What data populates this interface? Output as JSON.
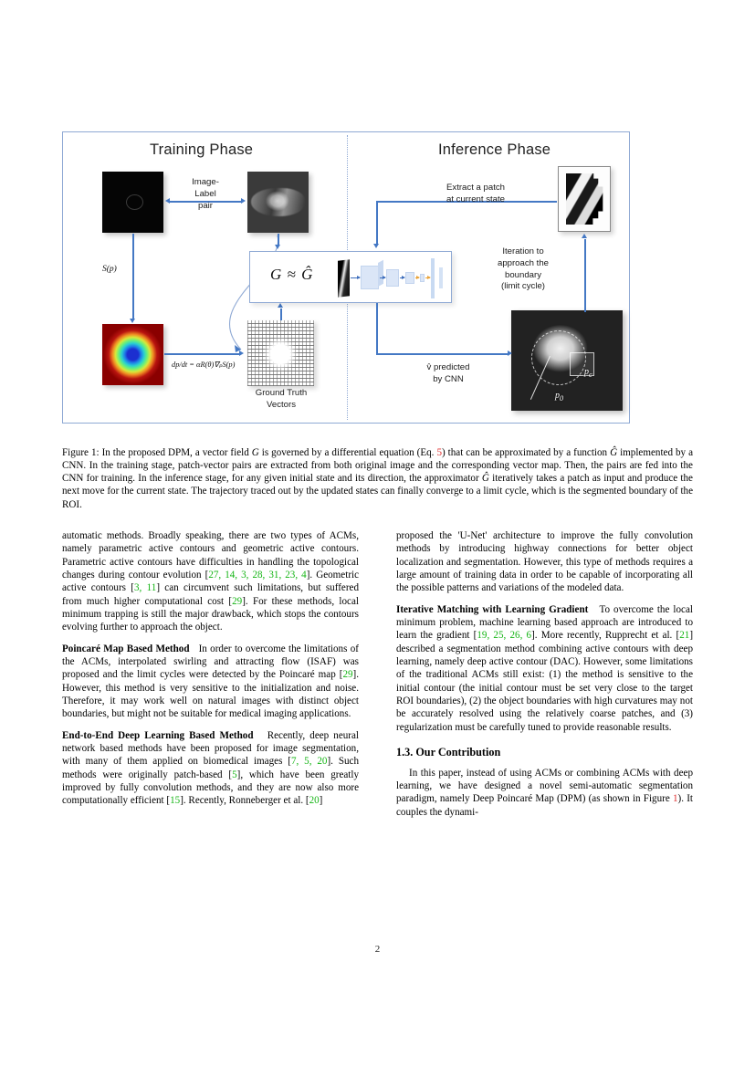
{
  "figure": {
    "training_phase_title": "Training Phase",
    "inference_phase_title": "Inference Phase",
    "labels": {
      "image_label_pair": "Image-\nLabel\npair",
      "s_of_p": "S(p)",
      "dynamics_equation": "dp/dt = αR(θ)∇ₚS(p)",
      "ground_truth_vectors": "Ground Truth\nVectors",
      "cnn_equation": "G ≈ Ĝ",
      "extract_patch": "Extract a patch\nat current state",
      "iteration_boundary": "Iteration to\napproach the\nboundary\n(limit cycle)",
      "v_predicted": "v̂ predicted\nby CNN",
      "point_pc": "p",
      "point_p0": "p",
      "sub_c": "c",
      "sub_0": "0"
    },
    "colors": {
      "arrow": "#4478c4",
      "frame": "#8fa9d4",
      "cnn_block": "#dbe6f7"
    }
  },
  "caption": {
    "prefix": "Figure 1:",
    "part1": " In the proposed DPM, a vector field ",
    "g1": "G",
    "part2": " is governed by a differential equation (Eq. ",
    "eqref": "5",
    "part3": ") that can be approximated by a function ",
    "g2": "Ĝ",
    "part4": " implemented by a CNN. In the training stage, patch-vector pairs are extracted from both original image and the corresponding vector map. Then, the pairs are fed into the CNN for training. In the inference stage, for any given initial state and its direction, the approximator ",
    "g3": "Ĝ",
    "part5": " iteratively takes a patch as input and produce the next move for the current state. The trajectory traced out by the updated states can finally converge to a limit cycle, which is the segmented boundary of the ROI."
  },
  "left_column": {
    "para1_a": "automatic methods. Broadly speaking, there are two types of ACMs, namely parametric active contours and geometric active contours. Parametric active contours have difficulties in handling the topological changes during contour evolution [",
    "para1_refs1": "27, 14, 3, 28, 31, 23, 4",
    "para1_b": "]. Geometric active contours [",
    "para1_refs2": "3, 11",
    "para1_c": "] can circumvent such limitations, but suffered from much higher computational cost [",
    "para1_refs3": "29",
    "para1_d": "]. For these methods, local minimum trapping is still the major drawback, which stops the contours evolving further to approach the object.",
    "para2_head": "Poincaré Map Based Method",
    "para2_a": "In order to overcome the limitations of the ACMs, interpolated swirling and attracting flow (ISAF) was proposed and the limit cycles were detected by the Poincaré map [",
    "para2_refs1": "29",
    "para2_b": "]. However, this method is very sensitive to the initialization and noise. Therefore, it may work well on natural images with distinct object boundaries, but might not be suitable for medical imaging applications.",
    "para3_head": "End-to-End Deep Learning Based Method",
    "para3_a": "Recently, deep neural network based methods have been proposed for image segmentation, with many of them applied on biomedical images [",
    "para3_refs1": "7, 5, 20",
    "para3_b": "]. Such methods were originally patch-based [",
    "para3_refs2": "5",
    "para3_c": "], which have been greatly improved by fully convolution methods, and they are now also more computationally efficient [",
    "para3_refs3": "15",
    "para3_d": "]. Recently, Ronneberger et al. [",
    "para3_refs4": "20",
    "para3_e": "]"
  },
  "right_column": {
    "para1": "proposed the 'U-Net' architecture to improve the fully convolution methods by introducing highway connections for better object localization and segmentation. However, this type of methods requires a large amount of training data in order to be capable of incorporating all the possible patterns and variations of the modeled data.",
    "para2_head": "Iterative Matching with Learning Gradient",
    "para2_a": "To overcome the local minimum problem, machine learning based approach are introduced to learn the gradient [",
    "para2_refs1": "19, 25, 26, 6",
    "para2_b": "]. More recently, Rupprecht et al. [",
    "para2_refs2": "21",
    "para2_c": "] described a segmentation method combining active contours with deep learning, namely deep active contour (DAC). However, some limitations of the traditional ACMs still exist: (1) the method is sensitive to the initial contour (the initial contour must be set very close to the target ROI boundaries), (2) the object boundaries with high curvatures may not be accurately resolved using the relatively coarse patches, and (3) regularization must be carefully tuned to provide reasonable results.",
    "section_head": "1.3. Our Contribution",
    "para3_a": "In this paper, instead of using ACMs or combining ACMs with deep learning, we have designed a novel semi-automatic segmentation paradigm, namely Deep Poincaré Map (DPM) (as shown in Figure ",
    "para3_ref": "1",
    "para3_b": "). It couples the dynami-"
  },
  "page_number": "2",
  "colors": {
    "citation_green": "#16b516",
    "reference_red": "#e03030"
  }
}
